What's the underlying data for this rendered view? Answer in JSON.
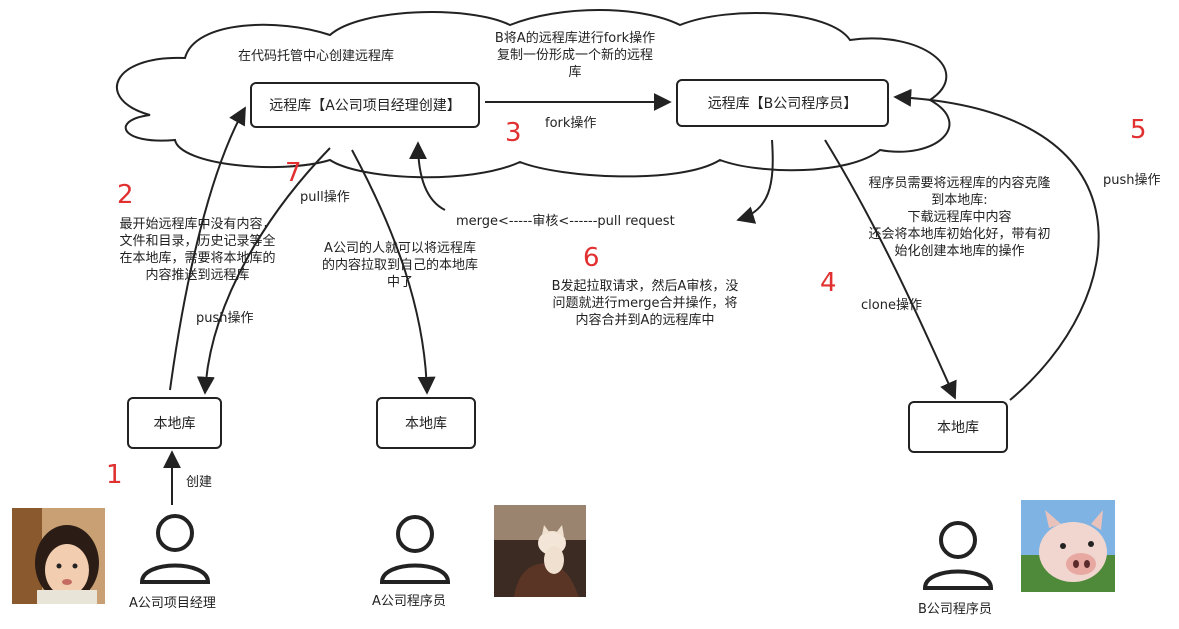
{
  "cloud": {
    "title": "在代码托管中心创建远程库",
    "fork_note": [
      "B将A的远程库进行fork操作",
      "复制一份形成一个新的远程",
      "库"
    ]
  },
  "remote_a": {
    "label": "远程库【A公司项目经理创建】"
  },
  "remote_b": {
    "label": "远程库【B公司程序员】"
  },
  "local_manager": {
    "label": "本地库"
  },
  "local_a_programmer": {
    "label": "本地库"
  },
  "local_b_programmer": {
    "label": "本地库"
  },
  "edges": {
    "fork": "fork操作",
    "merge_flow": "merge<-----审核<------pull request",
    "pull": "pull操作",
    "push_a": "push操作",
    "clone": "clone操作",
    "push_b": "push操作",
    "create": "创建"
  },
  "notes": {
    "step2": [
      "最开始远程库中没有内容，",
      "文件和目录，历史记录等全",
      "在本地库，需要将本地库的",
      "内容推送到远程库"
    ],
    "step7": [
      "A公司的人就可以将远程库",
      "的内容拉取到自己的本地库",
      "中了"
    ],
    "step6": [
      "B发起拉取请求，然后A审核，没",
      "问题就进行merge合并操作，将",
      "内容合并到A的远程库中"
    ],
    "step4": [
      "程序员需要将远程库的内容克隆",
      "到本地库:",
      "下载远程库中内容",
      "还会将本地库初始化好，带有初",
      "始化创建本地库的操作"
    ]
  },
  "steps": [
    "1",
    "2",
    "3",
    "4",
    "5",
    "6",
    "7"
  ],
  "people": {
    "manager": "A公司项目经理",
    "a_programmer": "A公司程序员",
    "b_programmer": "B公司程序员"
  },
  "colors": {
    "stroke": "#222222",
    "step_number": "#e03030",
    "background": "#ffffff"
  },
  "icons": [
    "user-icon",
    "child-photo",
    "cat-photo",
    "pig-photo"
  ]
}
